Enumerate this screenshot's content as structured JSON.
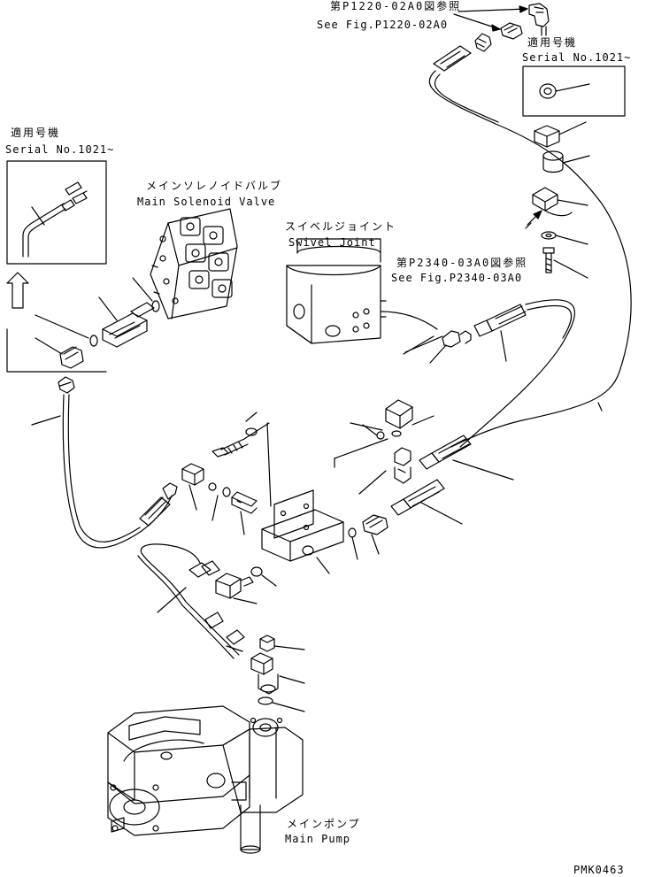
{
  "refs": {
    "top": {
      "jp": "第P1220-02A0図参照",
      "en": "See Fig.P1220-02A0"
    },
    "mid": {
      "jp": "第P2340-03A0図参照",
      "en": "See Fig.P2340-03A0"
    }
  },
  "serial_left": {
    "jp": "適用号機",
    "en": "Serial No.1021~"
  },
  "serial_right": {
    "jp": "適用号機",
    "en": "Serial No.1021~"
  },
  "components": {
    "solenoid": {
      "jp": "メインソレノイドバルブ",
      "en": "Main Solenoid Valve"
    },
    "swivel": {
      "jp": "スイベルジョイント",
      "en": "Swivel Joint"
    },
    "pump": {
      "jp": "メインポンプ",
      "en": "Main Pump"
    }
  },
  "drawing_code": "PMK0463",
  "line_color": "#000000",
  "background": "#ffffff"
}
